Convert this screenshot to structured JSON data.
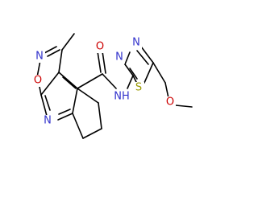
{
  "molecule": {
    "atoms": {
      "isoxazole_n": {
        "label": "N",
        "color": "#3333cc"
      },
      "isoxazole_o": {
        "label": "O",
        "color": "#cc0000"
      },
      "pyridine_n": {
        "label": "N",
        "color": "#3333cc"
      },
      "carbonyl_o": {
        "label": "O",
        "color": "#cc0000"
      },
      "amide_nh": {
        "label": "NH",
        "color": "#3333cc"
      },
      "thiadiazole_n1": {
        "label": "N",
        "color": "#3333cc"
      },
      "thiadiazole_n2": {
        "label": "N",
        "color": "#3333cc"
      },
      "thiadiazole_s": {
        "label": "S",
        "color": "#999900"
      },
      "ether_o": {
        "label": "O",
        "color": "#cc0000"
      }
    }
  }
}
